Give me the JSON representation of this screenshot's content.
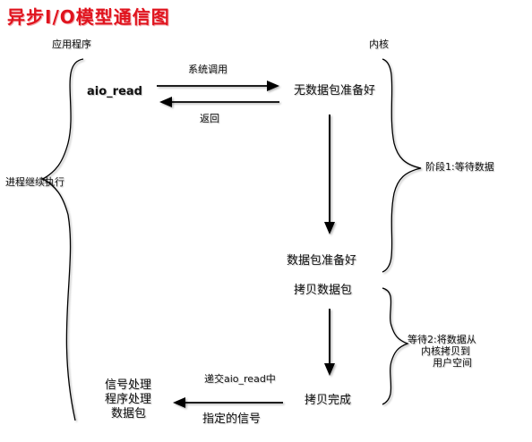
{
  "title": "异步I/O模型通信图",
  "app_label": "应用程序",
  "kernel_label": "内核",
  "process_label": "进程继续执行",
  "aio_read": "aio_read",
  "syscall_label": "系统调用",
  "return_label": "返回",
  "no_data": "无数据包准备好",
  "stage1": "阶段1:等待数据",
  "data_ready": "数据包准备好",
  "copy_data": "拷贝数据包",
  "stage2": [
    "等待2:将数据从",
    "内核拷贝到",
    "用户空间"
  ],
  "deliver_label": "递交aio_read中",
  "copy_done": "拷贝完成",
  "signal_label": "指定的信号",
  "signal_handler": [
    "信号处理",
    "程序处理",
    "数据包"
  ]
}
